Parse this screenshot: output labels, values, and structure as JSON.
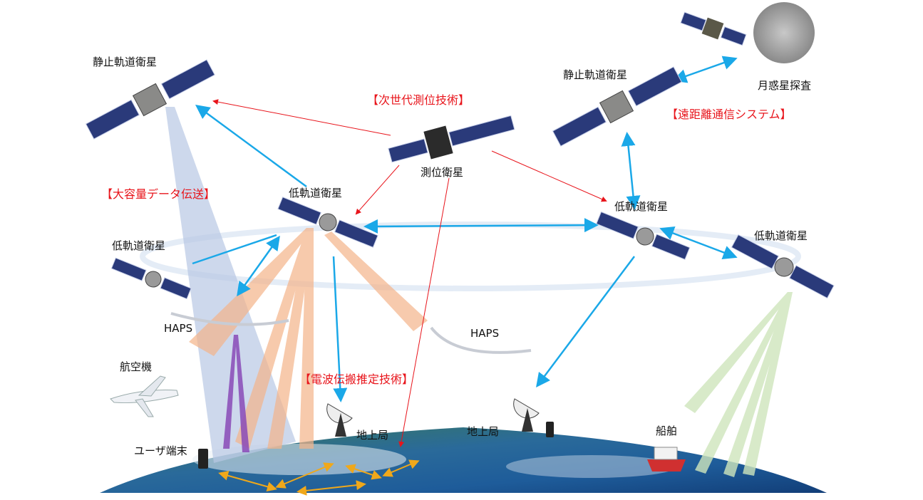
{
  "labels": {
    "geo_left": "静止軌道衛星",
    "geo_right": "静止軌道衛星",
    "lunar": "月惑星探査",
    "positioning_sat": "測位衛星",
    "leo_center": "低軌道衛星",
    "leo_left": "低軌道衛星",
    "leo_right": "低軌道衛星",
    "leo_far_right": "低軌道衛星",
    "haps_left": "HAPS",
    "haps_right": "HAPS",
    "aircraft": "航空機",
    "ground_station_left": "地上局",
    "ground_station_right": "地上局",
    "user_terminal": "ユーザ端末",
    "ship": "船舶"
  },
  "technologies": {
    "positioning": "【次世代測位技術】",
    "long_distance": "【遠距離通信システム】",
    "high_capacity": "【大容量データ伝送】",
    "propagation": "【電波伝搬推定技術】"
  },
  "colors": {
    "link_arrow": "#1aa8e8",
    "positioning_arrow": "#e8141b",
    "ground_arrow": "#f0a81a",
    "accent_red": "#e8141b"
  }
}
